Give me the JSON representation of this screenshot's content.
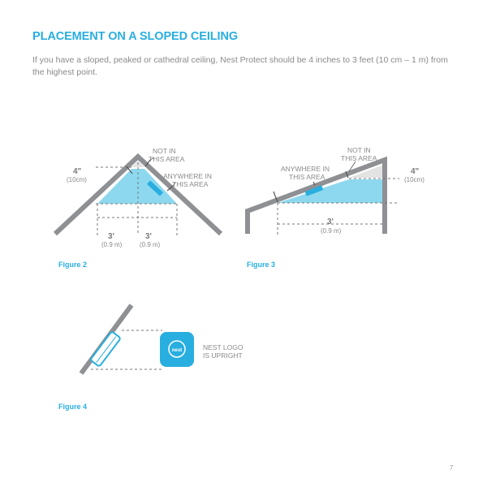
{
  "page": {
    "heading": "PLACEMENT ON A SLOPED CEILING",
    "intro": "If you have a sloped, peaked or cathedral ceiling, Nest Protect should be 4 inches to 3 feet (10 cm – 1 m) from the highest point.",
    "page_number": "7"
  },
  "figure2": {
    "caption": "Figure 2",
    "not_in_line1": "NOT IN",
    "not_in_line2": "THIS AREA",
    "anywhere_line1": "ANYWHERE IN",
    "anywhere_line2": "THIS AREA",
    "vertical_dim": "4\"",
    "vertical_dim_metric": "(10cm)",
    "left_dim": "3'",
    "left_dim_metric": "(0.9 m)",
    "right_dim": "3'",
    "right_dim_metric": "(0.9 m)"
  },
  "figure3": {
    "caption": "Figure 3",
    "not_in_line1": "NOT IN",
    "not_in_line2": "THIS AREA",
    "anywhere_line1": "ANYWHERE IN",
    "anywhere_line2": "THIS AREA",
    "vertical_dim": "4\"",
    "vertical_dim_metric": "(10cm)",
    "horizontal_dim": "3'",
    "horizontal_dim_metric": "(0.9 m)"
  },
  "figure4": {
    "caption": "Figure 4",
    "logo_note_line1": "NEST LOGO",
    "logo_note_line2": "IS UPRIGHT",
    "logo_text": "nest"
  },
  "colors": {
    "accent": "#29aee0",
    "area_fill": "#8dd8ee",
    "not_area_fill": "#e3e3e3",
    "wall": "#8e9093",
    "device": "#29aee0"
  }
}
